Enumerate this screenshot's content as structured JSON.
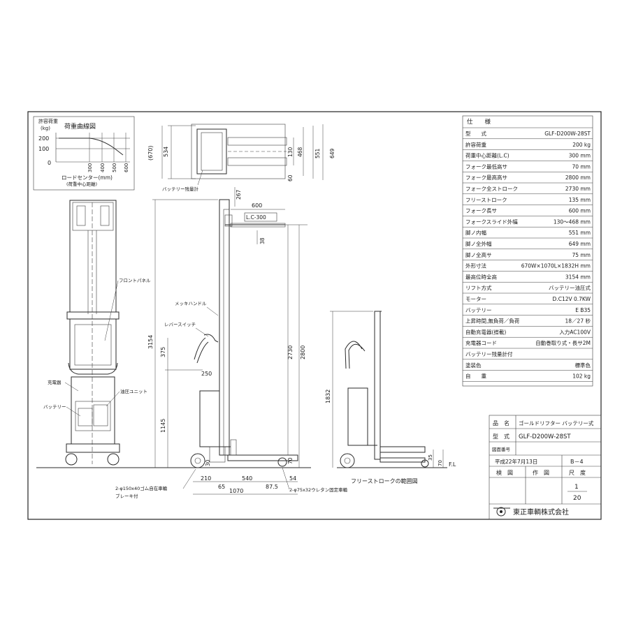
{
  "load_chart": {
    "title": "荷重曲線図",
    "ylabel_line1": "許容荷重",
    "ylabel_line2": "(kg)",
    "yticks": [
      "200",
      "100",
      "0"
    ],
    "xticks": [
      "300",
      "400",
      "500",
      "600"
    ],
    "xlabel": "ロードセンター(mm)",
    "xlabel_sub": "(荷重中心距離)"
  },
  "top_view": {
    "dims": [
      "(670)",
      "534",
      "130",
      "468",
      "551",
      "649",
      "60"
    ],
    "battery_label": "バッテリー残量計"
  },
  "front_view": {
    "labels": {
      "front_panel": "フロントパネル",
      "charger": "充電器",
      "battery": "バッテリー",
      "hydraulic_unit": "油圧ユニット"
    }
  },
  "side_view": {
    "dims": {
      "top": "267",
      "fork_len": "600",
      "load_center": "L.C-300",
      "fork_h": "38",
      "overall": "3154",
      "handle": "375",
      "handle_len": "250",
      "lower": "1145",
      "max_lift": "2730",
      "max_height": "2800",
      "fork_low": "70",
      "wheel_h": "30",
      "d210": "210",
      "d540": "540",
      "d65": "65",
      "d875": "87.5",
      "d54": "54",
      "d1070": "1070"
    },
    "labels": {
      "handle": "メッキハンドル",
      "lever_switch": "レバースイッチ",
      "front_wheel": "2-φ150x40ゴム自在車輪",
      "brake": "ブレーキ付",
      "rear_wheel": "2-φ75x32ウレタン固定車輪"
    }
  },
  "free_stroke_view": {
    "dims": {
      "height": "1832",
      "fl_35": "35",
      "fl_70": "70",
      "fl": "F.L"
    },
    "caption": "フリーストロークの範囲図"
  },
  "specs": {
    "header": "仕　　様",
    "rows": [
      {
        "label": "型　　式",
        "value": "GLF-D200W-28ST"
      },
      {
        "label": "許容荷重",
        "value": "200  kg"
      },
      {
        "label": "荷重中心距離(L.C)",
        "value": "300 mm"
      },
      {
        "label": "フォーク最低高サ",
        "value": "70 mm"
      },
      {
        "label": "フォーク最高高サ",
        "value": "2800 mm"
      },
      {
        "label": "フォーク全ストローク",
        "value": "2730 mm"
      },
      {
        "label": "フリーストローク",
        "value": "135 mm"
      },
      {
        "label": "フォーク長サ",
        "value": "600 mm"
      },
      {
        "label": "フォークスライド外幅",
        "value": "130～468 mm"
      },
      {
        "label": "脚ノ内幅",
        "value": "551 mm"
      },
      {
        "label": "脚ノ全外幅",
        "value": "649 mm"
      },
      {
        "label": "脚ノ全高サ",
        "value": "75 mm"
      },
      {
        "label": "外形寸法",
        "value": "670W×1070L×1832H mm"
      },
      {
        "label": "最高位時全高",
        "value": "3154 mm"
      },
      {
        "label": "リフト方式",
        "value": "バッテリー油圧式"
      },
      {
        "label": "モーター",
        "value": "D.C12V 0.7KW"
      },
      {
        "label": "バッテリー",
        "value": "E B35"
      },
      {
        "label": "上昇時間,無負荷／負荷",
        "value": "18／27 秒"
      },
      {
        "label": "自動充電器(搭載)",
        "value": "入力AC100V"
      },
      {
        "label": "充電器コード",
        "value": "自動巻取り式・長サ2M"
      },
      {
        "label": "バッテリー残量計付",
        "value": ""
      },
      {
        "label": "塗装色",
        "value": "標準色"
      },
      {
        "label": "自　　重",
        "value": "102  kg"
      }
    ]
  },
  "title_block": {
    "name_label": "品　名",
    "name_value": "ゴールドリフター  バッテリー式",
    "model_label": "型　式",
    "model_value": "GLF-D200W-28ST",
    "drawing_no_label": "図面番号",
    "date": "平成22年7月13日",
    "sheet_code": "B－4",
    "check_label": "検　図",
    "draw_label": "作　図",
    "scale_label": "尺　度",
    "scale_num": "1",
    "scale_den": "20",
    "company": "東正車輌株式会社"
  }
}
